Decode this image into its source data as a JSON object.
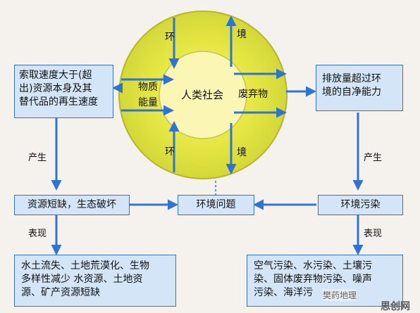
{
  "circle": {
    "center": "人类社会",
    "left_top": "物质",
    "left_bottom": "能量",
    "right": "废弃物",
    "top_left": "环",
    "top_right": "境",
    "bottom_left": "环",
    "bottom_right": "境"
  },
  "boxes": {
    "top_left_lines": [
      "索取速度大于(超",
      "出)资源本身及其",
      "替代品的再生速度"
    ],
    "top_right_lines": [
      "排放量超过环",
      "境的自净能力"
    ],
    "mid_left": "资源短缺，生态破坏",
    "mid_center": "环境问题",
    "mid_right": "环境污染",
    "bottom_left_lines": [
      "水土流失、土地荒漠化、生物",
      "多样性减少  水资源、土地资",
      "源、矿产资源短缺"
    ],
    "bottom_right_lines": [
      "空气污染、水污染、土壤污",
      "染、固体废弃物污染、噪声",
      "污染、海洋污"
    ]
  },
  "labels": {
    "produce_left": "产生",
    "produce_right": "产生",
    "show_left": "表现",
    "show_right": "表现"
  },
  "watermark": {
    "text1": "樊药地理",
    "text2": "思创网"
  },
  "colors": {
    "arrow": "#2f74d2",
    "box_fill": "#d3e5f6",
    "box_border": "#3a72c2",
    "outer_ring": "#e7e84a",
    "inner_core": "#f9f5a6"
  }
}
